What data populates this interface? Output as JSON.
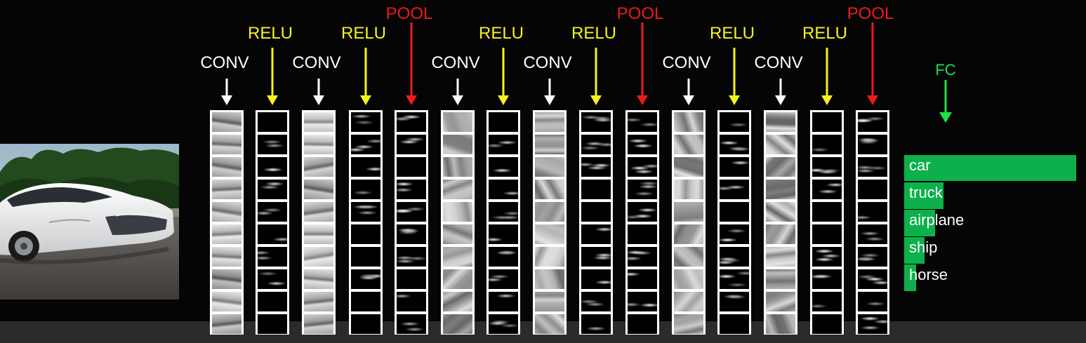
{
  "colors": {
    "conv": "#ffffff",
    "relu": "#f7f31a",
    "pool": "#ec1a1a",
    "fc": "#1ee04a",
    "bar": "#0db04b"
  },
  "layers": [
    {
      "type": "conv",
      "label": "CONV"
    },
    {
      "type": "relu",
      "label": "RELU"
    },
    {
      "type": "conv",
      "label": "CONV"
    },
    {
      "type": "relu",
      "label": "RELU"
    },
    {
      "type": "pool",
      "label": "POOL"
    },
    {
      "type": "conv",
      "label": "CONV"
    },
    {
      "type": "relu",
      "label": "RELU"
    },
    {
      "type": "conv",
      "label": "CONV"
    },
    {
      "type": "relu",
      "label": "RELU"
    },
    {
      "type": "pool",
      "label": "POOL"
    },
    {
      "type": "conv",
      "label": "CONV"
    },
    {
      "type": "relu",
      "label": "RELU"
    },
    {
      "type": "conv",
      "label": "CONV"
    },
    {
      "type": "relu",
      "label": "RELU"
    },
    {
      "type": "pool",
      "label": "POOL"
    }
  ],
  "fc": {
    "label": "FC"
  },
  "input_image": {
    "icon": "car-photo"
  },
  "classes": [
    {
      "label": "car",
      "score": 1.0
    },
    {
      "label": "truck",
      "score": 0.23
    },
    {
      "label": "airplane",
      "score": 0.18
    },
    {
      "label": "ship",
      "score": 0.12
    },
    {
      "label": "horse",
      "score": 0.07
    }
  ]
}
